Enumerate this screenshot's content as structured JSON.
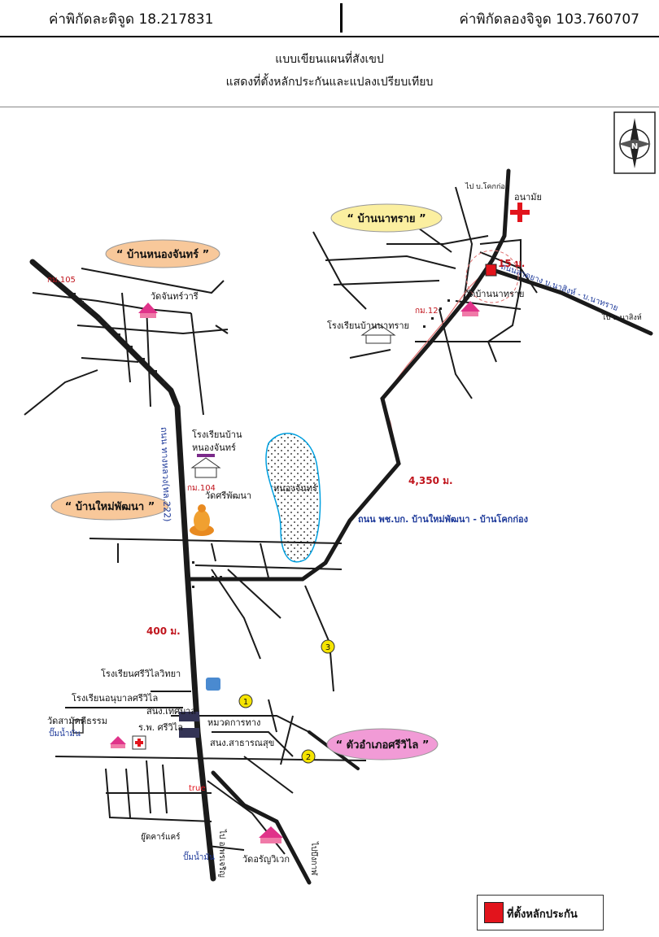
{
  "header": {
    "latitude": "ค่าพิกัดละติจูด 18.217831",
    "longitude": "ค่าพิกัดลองจิจูด 103.760707"
  },
  "title": {
    "line1": "แบบเขียนแผนที่สังเขป",
    "line2": "แสดงที่ตั้งหลักประกันและแปลงเปรียบเทียบ"
  },
  "map": {
    "villages": {
      "nong_chan": "“ บ้านหนองจันทร์ ”",
      "na_sai": "“ บ้านนาทราย ”",
      "mai_phatthana": "“ บ้านใหม่พัฒนา ”",
      "district": "“ ตัวอำเภอศรีวิไล ”"
    },
    "places": {
      "wat_chan_sawari": "วัดจันทร์วารี",
      "school_nong_chan_1": "โรงเรียนบ้าน",
      "school_nong_chan_2": "หนองจันทร์",
      "wat_si_phatthana": "วัดศรีพัฒนา",
      "lake": "หนองจันทร์",
      "school_na_sai": "โรงเรียนบ้านนาทราย",
      "wat_na_sai": "วัดบ้านนาทราย",
      "health_center": "อนามัย",
      "to_khok_kong": "ไป บ.โคกก่อง",
      "to_na_sing": "ไป บ.นาสิงห์",
      "school_siwilai": "โรงเรียนศรีวิไลวิทยา",
      "kindergarten": "โรงเรียนอนุบาลศรีวิไล",
      "municipality": "สนง.เทศบาล",
      "hospital": "ร.พ. ศรีวิไล",
      "wat_samakkhi": "วัดสามัคคีธรรม",
      "gas_station": "ปั๊มน้ำมัน",
      "highways_office": "หมวดการทาง",
      "public_health": "สนง.สาธารณสุข",
      "wat_arun": "วัดอรัญวิเวก",
      "gas_station_2": "ปั๊มน้ำมัน",
      "true_shop": "true",
      "to_phon_charoen": "ไป อ.พรเจริญ",
      "to_bueng_kan": "ไปบึงกาฬ",
      "toyota": "ยู๊ดคาร์แคร์"
    },
    "roads": {
      "highway_222": "ถนน ทางหลวง(ทล.222)",
      "rural_road": "ถนน พช.บก. บ้านใหม่พัฒนา - บ้านโคกก่อง",
      "road_na_sai": "ถนนลาดยาง บ.นาสิงห์ - บ.นาทราย"
    },
    "kilometers": {
      "km105": "กม.105",
      "km104": "กม.104",
      "km12": "กม.12"
    },
    "distances": {
      "d400": "400 ม.",
      "d4350": "4,350 ม.",
      "d15": "15 ม."
    },
    "markers": [
      "1",
      "2",
      "3"
    ],
    "north": "N",
    "colors": {
      "road": "#1a1a1a",
      "route": "#e07070",
      "collateral": "#e2141c",
      "village_orange": "#f8c89a",
      "village_yellow": "#fbefa0",
      "village_pink": "#f19bd6",
      "lake": "#00a0e0",
      "road_label": "#1e3a9a",
      "distance_label": "#c0141c"
    }
  },
  "legend": {
    "label": "ที่ตั้งหลักประกัน"
  }
}
